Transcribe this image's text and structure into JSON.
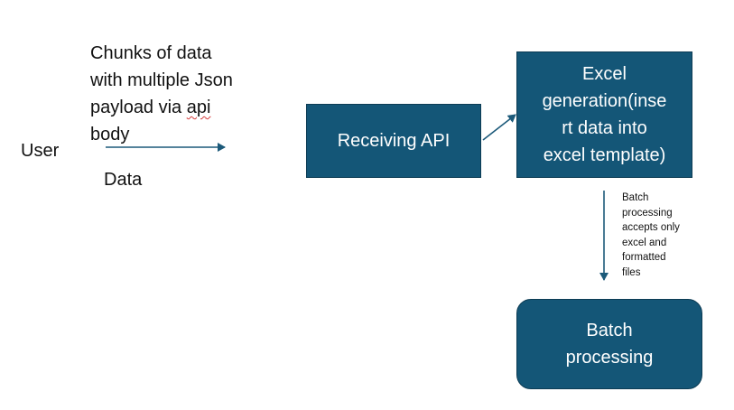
{
  "diagram": {
    "user_label": "User",
    "payload_label_lines": [
      "Chunks of data",
      "with multiple Json",
      "payload via "
    ],
    "payload_label_flagged_word": "api",
    "payload_label_tail": "body",
    "data_label": "Data",
    "nodes": {
      "receiving_api": "Receiving API",
      "excel_generation": "Excel\ngeneration(inse\nrt data into\nexcel template)",
      "batch_processing": "Batch\nprocessing"
    },
    "batch_note": "Batch\nprocessing\naccepts only\nexcel and\nformatted\nfiles"
  },
  "colors": {
    "node_fill": "#145677",
    "node_border": "#0d3c54",
    "node_text": "#ffffff",
    "arrow": "#1c5a7a",
    "spellcheck_underline": "#d43a3a"
  }
}
